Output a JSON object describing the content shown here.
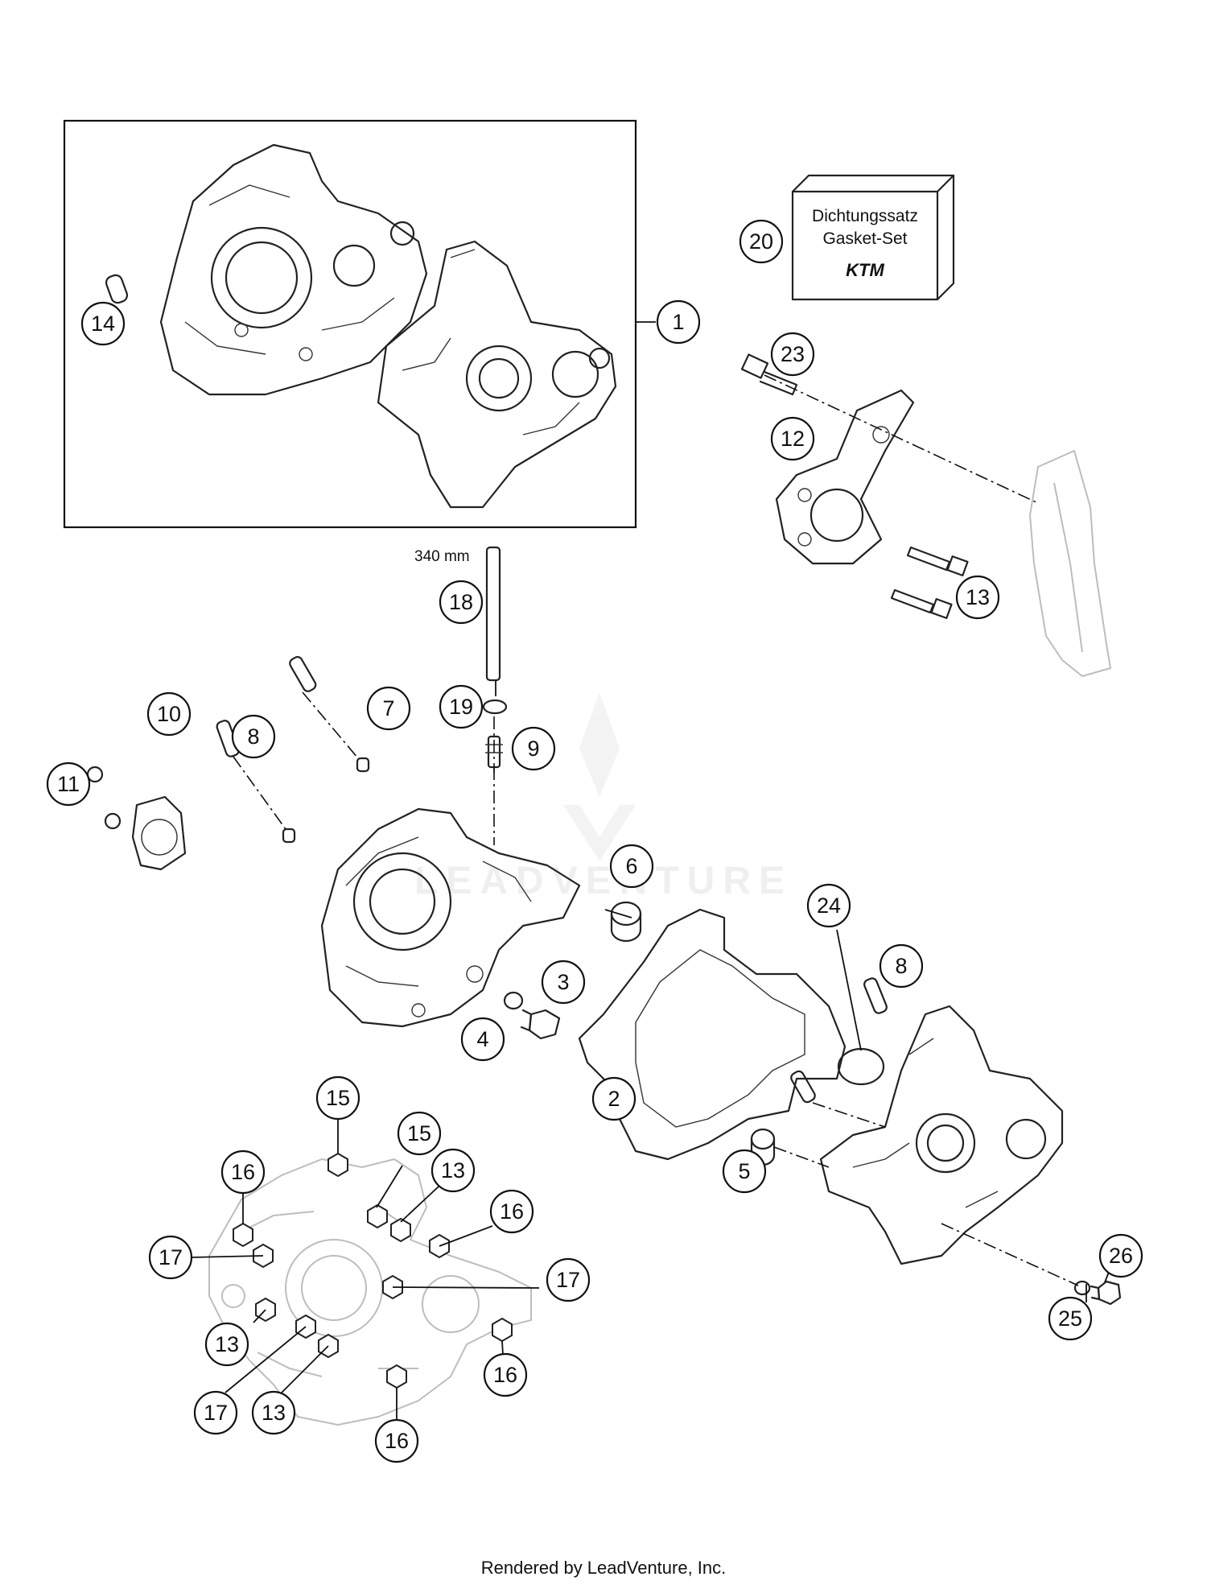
{
  "diagram": {
    "callouts": [
      {
        "id": "c1",
        "label": "1"
      },
      {
        "id": "c2",
        "label": "2"
      },
      {
        "id": "c3",
        "label": "3"
      },
      {
        "id": "c4",
        "label": "4"
      },
      {
        "id": "c5",
        "label": "5"
      },
      {
        "id": "c6",
        "label": "6"
      },
      {
        "id": "c7",
        "label": "7"
      },
      {
        "id": "c8a",
        "label": "8"
      },
      {
        "id": "c8b",
        "label": "8"
      },
      {
        "id": "c9",
        "label": "9"
      },
      {
        "id": "c10",
        "label": "10"
      },
      {
        "id": "c11",
        "label": "11"
      },
      {
        "id": "c12",
        "label": "12"
      },
      {
        "id": "c13a",
        "label": "13"
      },
      {
        "id": "c13b",
        "label": "13"
      },
      {
        "id": "c13c",
        "label": "13"
      },
      {
        "id": "c13d",
        "label": "13"
      },
      {
        "id": "c14",
        "label": "14"
      },
      {
        "id": "c15a",
        "label": "15"
      },
      {
        "id": "c15b",
        "label": "15"
      },
      {
        "id": "c16a",
        "label": "16"
      },
      {
        "id": "c16b",
        "label": "16"
      },
      {
        "id": "c16c",
        "label": "16"
      },
      {
        "id": "c16d",
        "label": "16"
      },
      {
        "id": "c17a",
        "label": "17"
      },
      {
        "id": "c17b",
        "label": "17"
      },
      {
        "id": "c17c",
        "label": "17"
      },
      {
        "id": "c18",
        "label": "18"
      },
      {
        "id": "c19",
        "label": "19"
      },
      {
        "id": "c20",
        "label": "20"
      },
      {
        "id": "c23",
        "label": "23"
      },
      {
        "id": "c24",
        "label": "24"
      },
      {
        "id": "c25",
        "label": "25"
      },
      {
        "id": "c26",
        "label": "26"
      }
    ],
    "hose_length_label": "340 mm",
    "gasket_box": {
      "line1": "Dichtungssatz",
      "line2": "Gasket-Set",
      "brand": "KTM"
    },
    "watermark": "LEADVENTURE"
  },
  "footer": {
    "text": "Rendered by LeadVenture, Inc."
  }
}
